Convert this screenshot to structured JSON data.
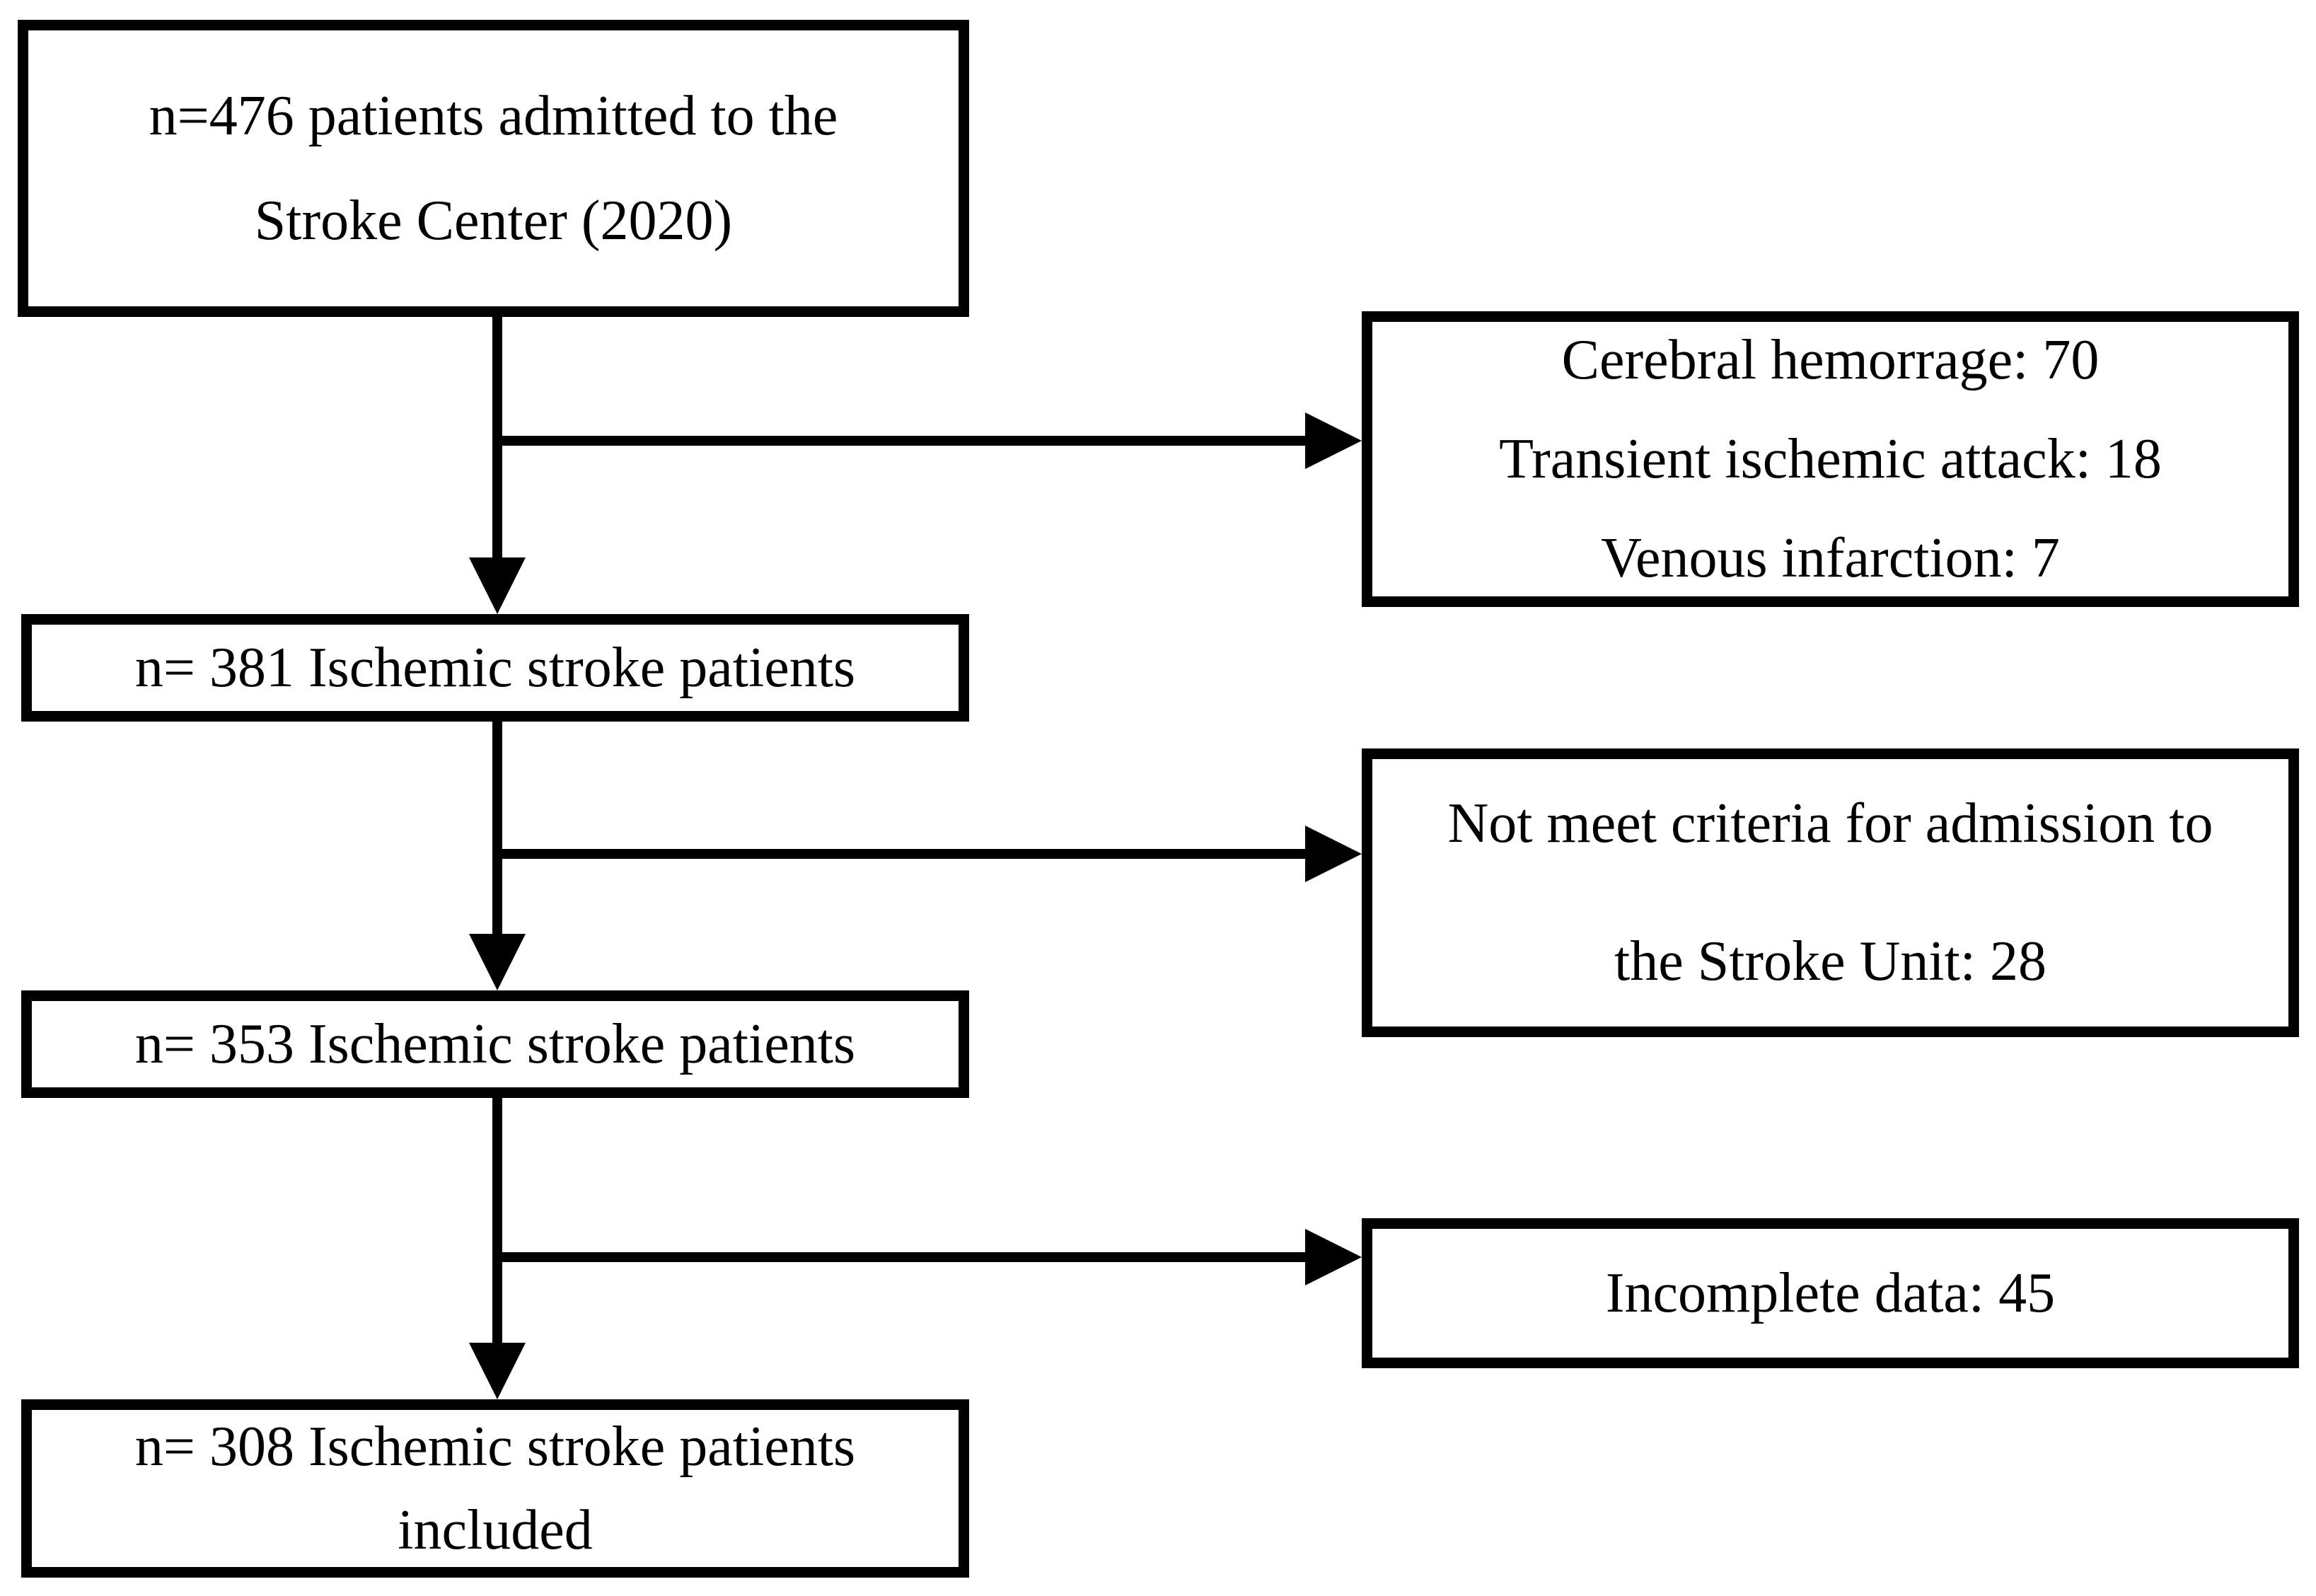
{
  "flowchart": {
    "background_color": "#ffffff",
    "line_color": "#000000",
    "text_color": "#000000",
    "main_path_boxes": [
      {
        "name": "admitted-476",
        "lines": [
          "n=476 patients admitted to the",
          "Stroke Center (2020)"
        ]
      },
      {
        "name": "ischemic-381",
        "lines": [
          "n= 381 Ischemic stroke patients"
        ]
      },
      {
        "name": "ischemic-353",
        "lines": [
          "n= 353 Ischemic stroke patients"
        ]
      },
      {
        "name": "included-308",
        "lines": [
          "n= 308 Ischemic stroke patients",
          "included"
        ]
      }
    ],
    "exclusion_boxes": [
      {
        "name": "excluded-diagnoses",
        "lines": [
          "Cerebral hemorrage: 70",
          "Transient ischemic attack: 18",
          "Venous infarction: 7"
        ]
      },
      {
        "name": "not-meet-criteria",
        "lines": [
          "Not meet criteria for admission to",
          "the Stroke Unit: 28"
        ]
      },
      {
        "name": "incomplete-data",
        "lines": [
          "Incomplete data: 45"
        ]
      }
    ]
  }
}
